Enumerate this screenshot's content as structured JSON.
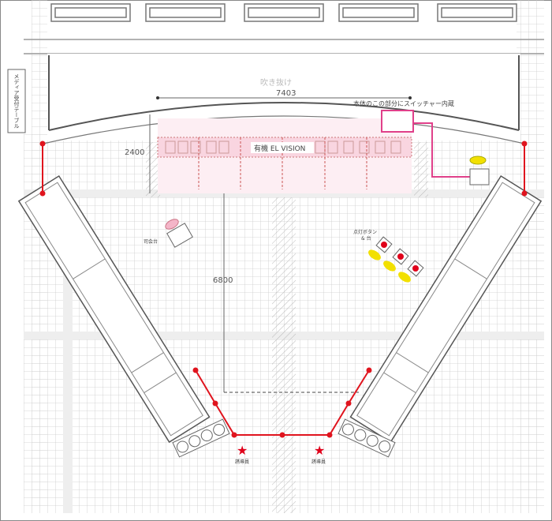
{
  "labels": {
    "media_table": "メディア受付テーブル",
    "atrium": "吹き抜け",
    "width_dim": "7403",
    "switcher_note": "本体のこの部分にスイッチャー内蔵",
    "height_dim": "2400",
    "screen": "有機 EL VISION",
    "depth_dim": "6800",
    "podium": "司会台",
    "buttons": "点灯ボタン",
    "buttons2": "& 台",
    "guide_left": "誘導員",
    "guide_right": "誘導員"
  },
  "colors": {
    "barrier": "#e0141e",
    "screen_fill": "#f9d5e0",
    "switcher": "#e0408a",
    "speaker": "#f2e000",
    "button": "#e0001a"
  }
}
